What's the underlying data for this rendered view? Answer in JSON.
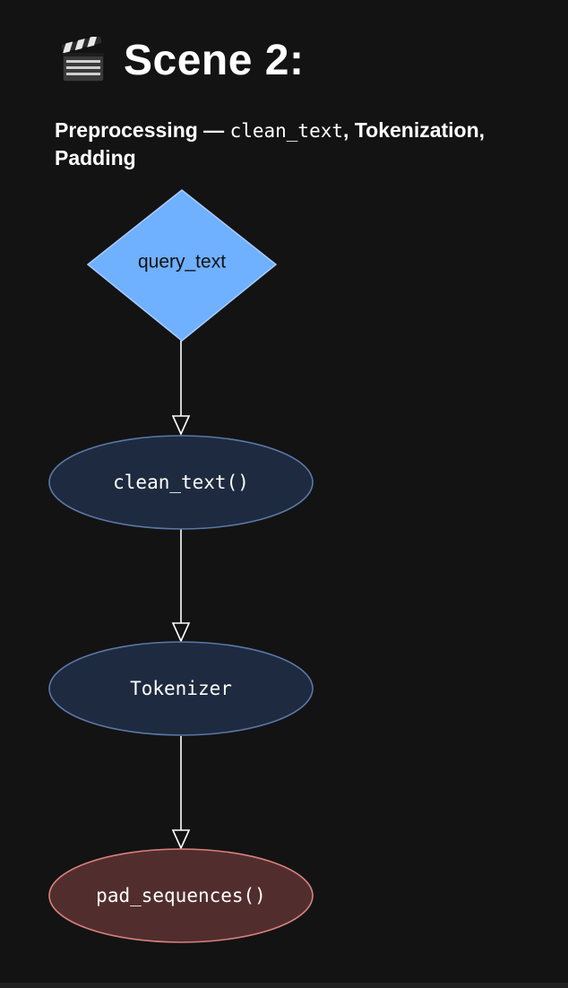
{
  "header": {
    "title": "Scene 2:",
    "icon": "clapper-board-icon"
  },
  "subtitle": {
    "part1": "Preprocessing — ",
    "code1": "clean_text",
    "part2": ", Tokenization, Padding"
  },
  "diagram": {
    "nodes": [
      {
        "id": "query_text",
        "label": "query_text",
        "shape": "diamond",
        "fill": "#6fb0ff",
        "stroke": "#a9cdff",
        "text_color": "#111111"
      },
      {
        "id": "clean_text",
        "label": "clean_text()",
        "shape": "ellipse",
        "fill": "#1e2a3f",
        "stroke": "#5b77a8",
        "text_color": "#ffffff"
      },
      {
        "id": "tokenizer",
        "label": "Tokenizer",
        "shape": "ellipse",
        "fill": "#1e2a3f",
        "stroke": "#5b77a8",
        "text_color": "#ffffff"
      },
      {
        "id": "pad_sequences",
        "label": "pad_sequences()",
        "shape": "ellipse",
        "fill": "#512e2d",
        "stroke": "#d9817e",
        "text_color": "#ffffff"
      }
    ],
    "edges": [
      {
        "from": "query_text",
        "to": "clean_text"
      },
      {
        "from": "clean_text",
        "to": "tokenizer"
      },
      {
        "from": "tokenizer",
        "to": "pad_sequences"
      }
    ],
    "edge_color": "#ffffff"
  }
}
